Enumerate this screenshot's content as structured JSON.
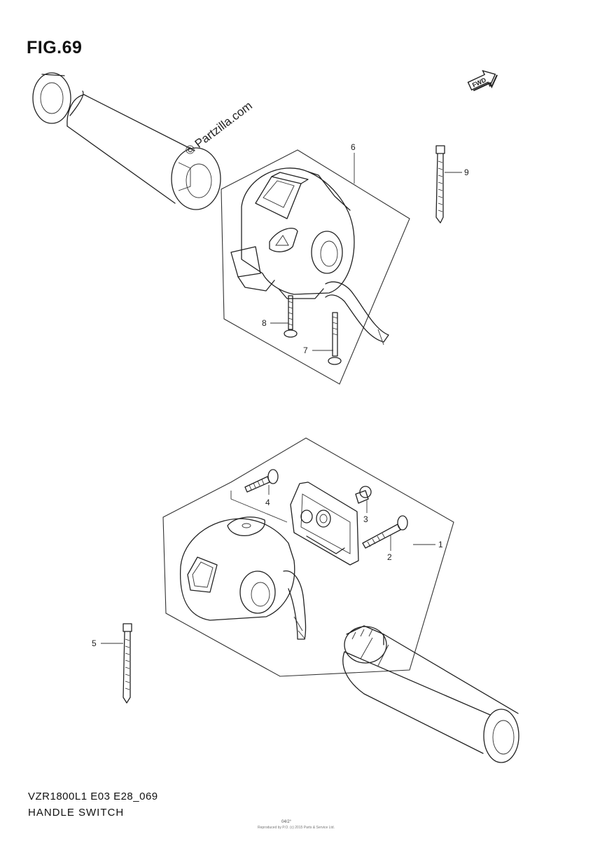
{
  "figure": {
    "title": "FIG.69",
    "model_code": "VZR1800L1 E03 E28_069",
    "part_group_name": "HANDLE SWITCH",
    "small_code": "04/2°",
    "copyright_line": "Reproduced by P.O. (c) 2015 Parts & Service Ltd."
  },
  "watermark": "© Partzilla.com",
  "direction_badge": "FWD",
  "callouts": [
    {
      "number": "1"
    },
    {
      "number": "2"
    },
    {
      "number": "3"
    },
    {
      "number": "4"
    },
    {
      "number": "5"
    },
    {
      "number": "6"
    },
    {
      "number": "7"
    },
    {
      "number": "8"
    },
    {
      "number": "9"
    }
  ]
}
